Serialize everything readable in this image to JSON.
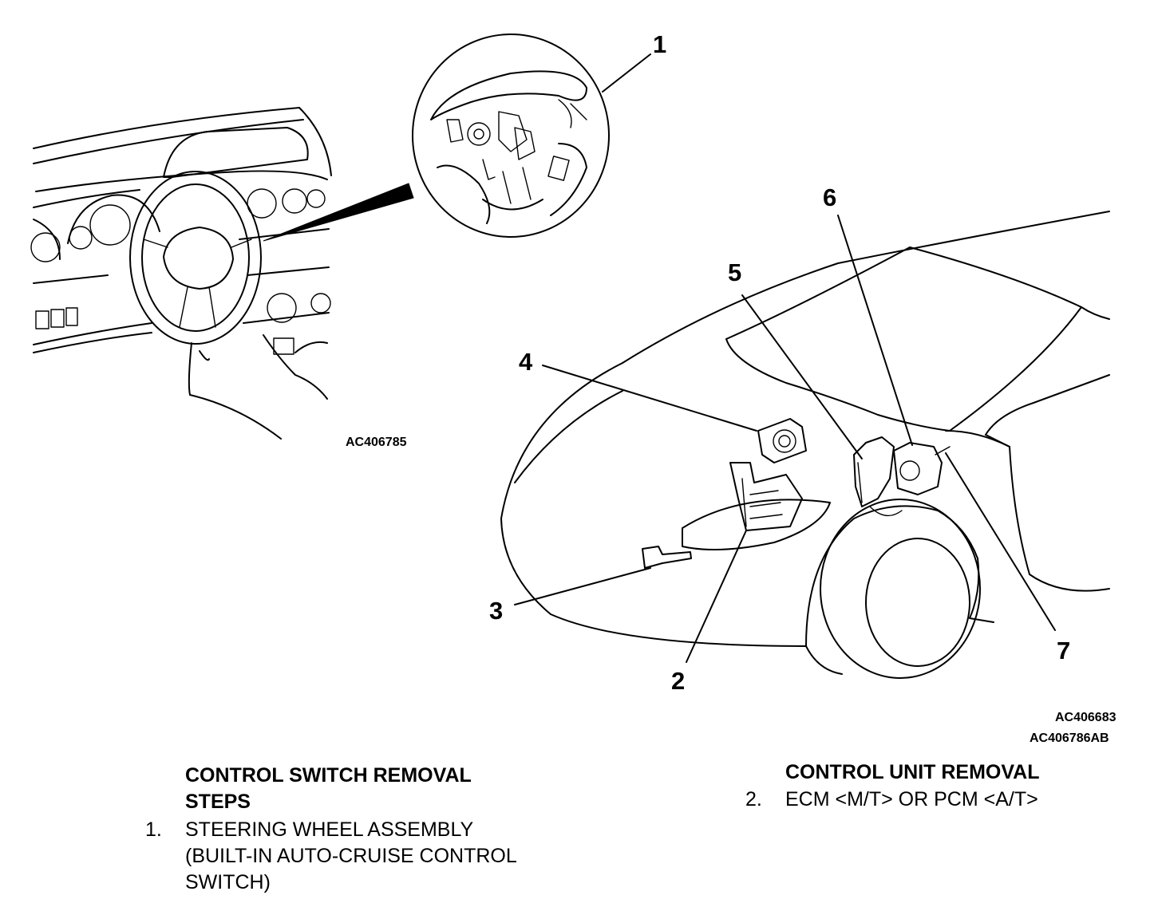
{
  "callouts": [
    "1",
    "2",
    "3",
    "4",
    "5",
    "6",
    "7"
  ],
  "figure_codes": {
    "steering": "AC406785",
    "vehicle": "AC406683",
    "sheet": "AC406786AB"
  },
  "left_panel": {
    "heading_line1": "CONTROL SWITCH REMOVAL",
    "heading_line2": "STEPS",
    "item_number": "1.",
    "item_line1": "STEERING WHEEL ASSEMBLY",
    "item_line2": "(BUILT-IN AUTO-CRUISE CONTROL",
    "item_line3": "SWITCH)"
  },
  "right_panel": {
    "heading": "CONTROL UNIT REMOVAL",
    "item_number": "2.",
    "item_text": "ECM <M/T> OR PCM <A/T>"
  }
}
